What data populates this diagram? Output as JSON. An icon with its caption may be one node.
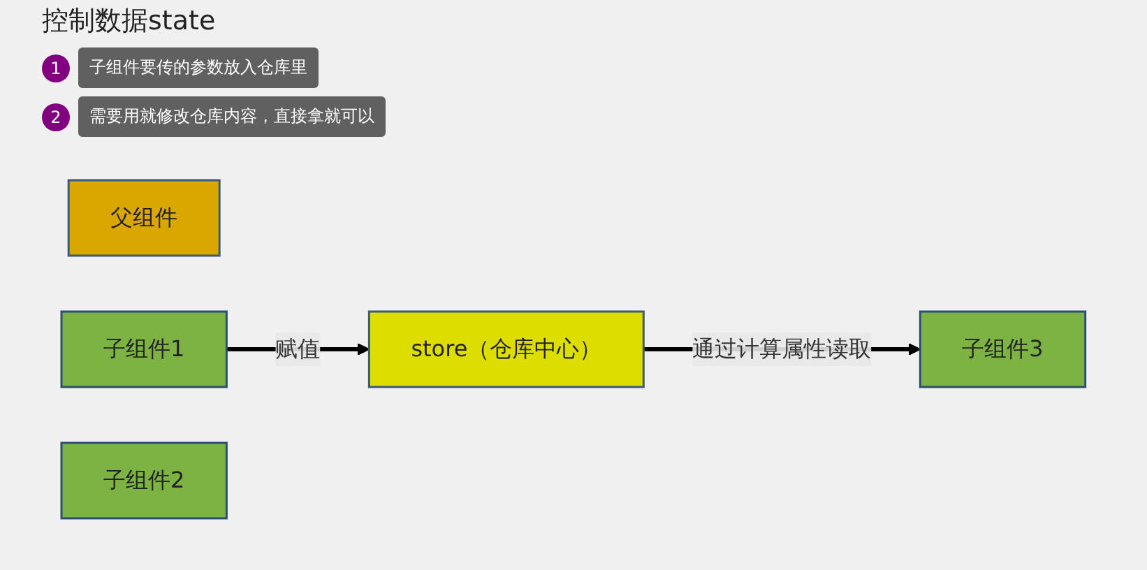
{
  "diagram": {
    "title": "控制数据state",
    "nodes": [
      {
        "text": [
          "store（仓库中心）"
        ]
      },
      {
        "text": [
          "父组件"
        ]
      },
      {
        "text": [
          "子组件1"
        ]
      },
      {
        "text": [
          "子组件2"
        ]
      },
      {
        "text": [
          "子组件3"
        ]
      }
    ],
    "edges": [
      {
        "from": 2,
        "to": 0,
        "arrow": "to",
        "label": "赋值"
      },
      {
        "from": 0,
        "to": 4,
        "arrow": "to",
        "label": "通过计算属性读取"
      }
    ],
    "labels": [
      "1",
      "子组件要传的参数放入仓库里",
      "2",
      "需要用就修改仓库内容，直接拿就可以"
    ]
  }
}
